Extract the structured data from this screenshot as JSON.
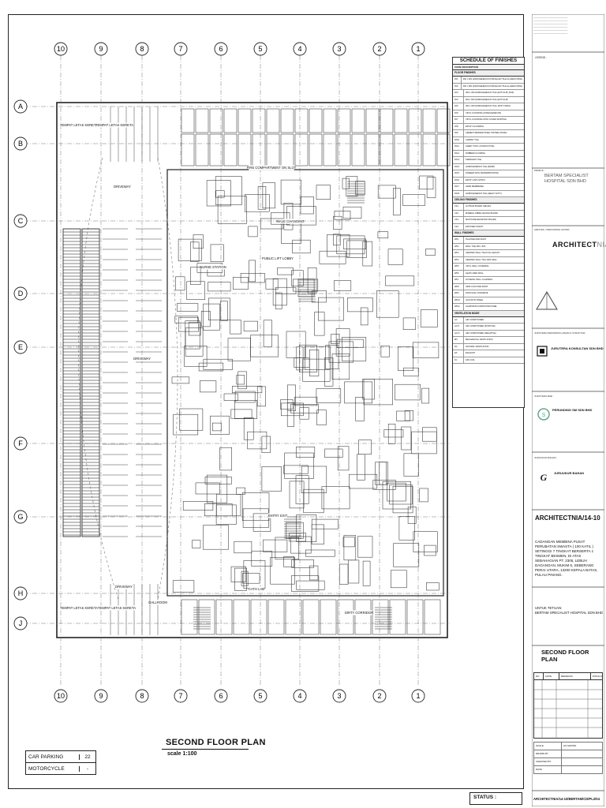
{
  "plan": {
    "title": "SECOND FLOOR PLAN",
    "scale_label": "scale",
    "scale_value": "1:100",
    "grid_cols": [
      "10",
      "9",
      "8",
      "7",
      "6",
      "5",
      "4",
      "3",
      "2",
      "1"
    ],
    "grid_rows": [
      "A",
      "B",
      "C",
      "D",
      "E",
      "F",
      "G",
      "H",
      "J"
    ],
    "room_labels": [
      {
        "text": "TEMPAT LETAK KERETA",
        "id": "parking-a-left"
      },
      {
        "text": "TEMPAT LETAK KERETA",
        "id": "parking-a-right"
      },
      {
        "text": "TEMPAT LETAK KERETA",
        "id": "parking-j-left"
      },
      {
        "text": "TEMPAT LETAK KERETA",
        "id": "parking-j-right"
      },
      {
        "text": "DRIVEWAY",
        "id": "driveway-1"
      },
      {
        "text": "DRIVEWAY",
        "id": "driveway-2"
      },
      {
        "text": "DRIVEWAY",
        "id": "driveway-3"
      },
      {
        "text": "FIRE COMPARTMENT ON SLOT",
        "id": "fire-comp"
      },
      {
        "text": "MALE CHANGING",
        "id": "male-chg"
      },
      {
        "text": "GALLROOM",
        "id": "gallroom"
      },
      {
        "text": "DIRTY CORRIDOR",
        "id": "dirty-corr"
      },
      {
        "text": "NURSE STATION",
        "id": "nurse-station"
      },
      {
        "text": "CATH LAB",
        "id": "cath-lab"
      },
      {
        "text": "ENTRY EXIT",
        "id": "entry-exit"
      },
      {
        "text": "PUBLIC LIFT LOBBY",
        "id": "lift-lobby"
      }
    ]
  },
  "parking": [
    {
      "label": "CAR PARKING",
      "value": "22"
    },
    {
      "label": "MOTORCYCLE",
      "value": "-"
    }
  ],
  "status_label": "STATUS :",
  "finishes": {
    "title": "SCHEDULE OF FINISHES",
    "head_code": "CODE",
    "head_desc": "DESCRIPTION",
    "floor_head": "FLOOR FINISHES",
    "floor_rows": [
      {
        "code": "FF1",
        "desc": "300 x 600 HOMOGENEOUS PORCELAIN TILE GLAZED FINISH"
      },
      {
        "code": "FF2",
        "desc": "600 x 600 HOMOGENEOUS PORCELAIN TILE GLAZED FINISH"
      },
      {
        "code": "FF3",
        "desc": "300 x 300 HOMOGENEOUS TILE (ANTI SLIP) (R10)"
      },
      {
        "code": "FF4",
        "desc": "600 x 600 HOMOGENEOUS TILE (ANTI SLIP)"
      },
      {
        "code": "FF5",
        "desc": "300 x 300 HOMOGENEOUS TILE, MATT FINISH"
      },
      {
        "code": "FF6",
        "desc": "VINYL FLOORING (HOMOGENEOUS)"
      },
      {
        "code": "FF7",
        "desc": "VINYL FLOORING WITH COVED SKIRTING"
      },
      {
        "code": "FF8",
        "desc": "EPOXY FLOORING"
      },
      {
        "code": "FF9",
        "desc": "CEMENT RENDER STEEL TROWEL FINISH"
      },
      {
        "code": "FF10",
        "desc": "CARPET TILE"
      },
      {
        "code": "FF11",
        "desc": "SHEET VINYL (CONDUCTIVE)"
      },
      {
        "code": "FF12",
        "desc": "RUBBER FLOORING"
      },
      {
        "code": "FF13",
        "desc": "TERRAZZO TILE"
      },
      {
        "code": "FF14",
        "desc": "HOMOGENEOUS TILE (RAMP)"
      },
      {
        "code": "FF15",
        "desc": "SCREED WITH WATERPROOFING"
      },
      {
        "code": "FF16",
        "desc": "EPOXY ANTI-STATIC"
      },
      {
        "code": "FF17",
        "desc": "HDPE MEMBRANE"
      },
      {
        "code": "FF18",
        "desc": "HOMOGENEOUS TILE (HEAVY DUTY)"
      }
    ],
    "ceiling_head": "CEILING FINISHES",
    "ceiling_rows": [
      {
        "code": "CF1",
        "desc": "GYPSUM BOARD CEILING"
      },
      {
        "code": "CF2",
        "desc": "MINERAL FIBRE CEILING BOARD"
      },
      {
        "code": "CF3",
        "desc": "MOISTURE RESISTANT BOARD"
      },
      {
        "code": "CF4",
        "desc": "EXPOSED SOFFIT"
      }
    ],
    "wall_head": "WALL FINISHES",
    "wall_rows": [
      {
        "code": "WF1",
        "desc": "PLASTER AND PAINT"
      },
      {
        "code": "WF2",
        "desc": "WALL TILE 300 x 600"
      },
      {
        "code": "WF3",
        "desc": "CERAMIC WALL TILE FULL HEIGHT"
      },
      {
        "code": "WF4",
        "desc": "CERAMIC WALL TILE 1200 HIGH"
      },
      {
        "code": "WF5",
        "desc": "VINYL WALL COVERING"
      },
      {
        "code": "WF6",
        "desc": "LEAD LINED WALL"
      },
      {
        "code": "WF7",
        "desc": "HYGIENIC WALL CLADDING"
      },
      {
        "code": "WF8",
        "desc": "SKIM COAT AND PAINT"
      },
      {
        "code": "WF9",
        "desc": "FAIR FACE CONCRETE"
      },
      {
        "code": "WF10",
        "desc": "ACOUSTIC PANEL"
      },
      {
        "code": "WF11",
        "desc": "ALUMINIUM COMPOSITE PANEL"
      }
    ],
    "vent_head": "VENTILATION MODE",
    "vent_rows": [
      {
        "code": "AC",
        "desc": "AIR CONDITIONED"
      },
      {
        "code": "AC-P",
        "desc": "AIR CONDITIONED (POSITIVE)"
      },
      {
        "code": "AC-N",
        "desc": "AIR CONDITIONED (NEGATIVE)"
      },
      {
        "code": "MV",
        "desc": "MECHANICAL VENTILATION"
      },
      {
        "code": "NV",
        "desc": "NATURAL VENTILATION"
      },
      {
        "code": "EX",
        "desc": "EXHAUST"
      },
      {
        "code": "FC",
        "desc": "FAN COIL"
      }
    ]
  },
  "right_panel": {
    "legend_label": "LEGEND :",
    "client_label": "PEMILIK :",
    "client_name": "BERTAM SPECIALIST HOSPITAL SDN BHD",
    "architect_label": "ARKITEK / PERUNDING AKITEK :",
    "architect_logo": "ARCHITECT",
    "architect_suffix": "NIA",
    "engineer_label": "JURUTERA PERUNDING AWAM & STRUKTUR :",
    "engineer_name": "JURUTERA KONSULTAN SDN BHD",
    "mne_label": "JURUTERA M&E :",
    "mne_name": "PERUNDING SM SDN BHD",
    "qs_label": "JURUUKUR BAHAN :",
    "qs_name": "JURUUKUR BAHAN",
    "project_code": "ARCHITECTNIA/14-10",
    "project_desc": "CADANGAN MEMBINA PUSAT PERUBATAN SWASTA ( 100 KATIL ) SETINGGI 7 TINGKAT BERSERTA 1 TINGKAT BESMEN, DI ATAS SEBAHAGIAN PT. 2305, LEBUH DAGANGAN, MUKIM 6, SEBERANG PERAI UTARA, 13200 KEPALA BATAS, PULAU PINANG.",
    "owner_label": "UNTUK TETUAN:",
    "owner": "BERTAM SPECIALIST HOSPITAL SDN BHD",
    "sheet_title": "SECOND FLOOR PLAN",
    "rev_cols": [
      "NO",
      "DATE",
      "REMARKS",
      "INITIALS"
    ],
    "info": [
      {
        "k": "SCALE",
        "v": "AS SHOWN"
      },
      {
        "k": "DRAWN BY",
        "v": ""
      },
      {
        "k": "CHECKED BY",
        "v": ""
      },
      {
        "k": "DATE",
        "v": ""
      }
    ],
    "drawing_no": "ARCHITECTNIA/14-10/BERTAM/CD/PL2/04"
  }
}
